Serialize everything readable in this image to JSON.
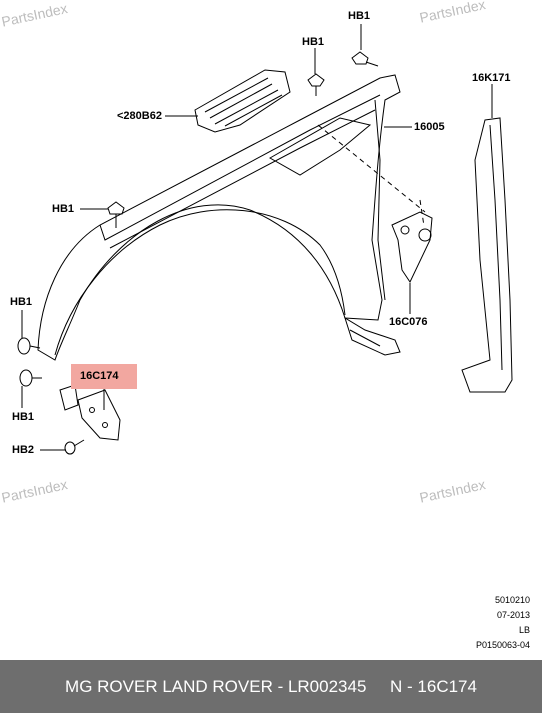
{
  "watermarks": [
    "PartsIndex",
    "PartsIndex",
    "PartsIndex",
    "PartsIndex"
  ],
  "labels": {
    "hb1_top": "HB1",
    "hb1_mid": "HB1",
    "b280b62": "<280B62",
    "n16005": "16005",
    "n16k171": "16K171",
    "hb1_left": "HB1",
    "hb1_lower": "HB1",
    "hb1_bottom": "HB1",
    "n16c076": "16C076",
    "n16c174": "16C174",
    "hb2": "HB2"
  },
  "highlight_color": "#f2a7a0",
  "meta": {
    "line1": "5010210",
    "line2": "07-2013",
    "line3": "LB",
    "line4": "P0150063-04"
  },
  "footer": {
    "text": "MG ROVER LAND ROVER - LR002345     N - 16C174",
    "background": "#6e6e6e"
  }
}
